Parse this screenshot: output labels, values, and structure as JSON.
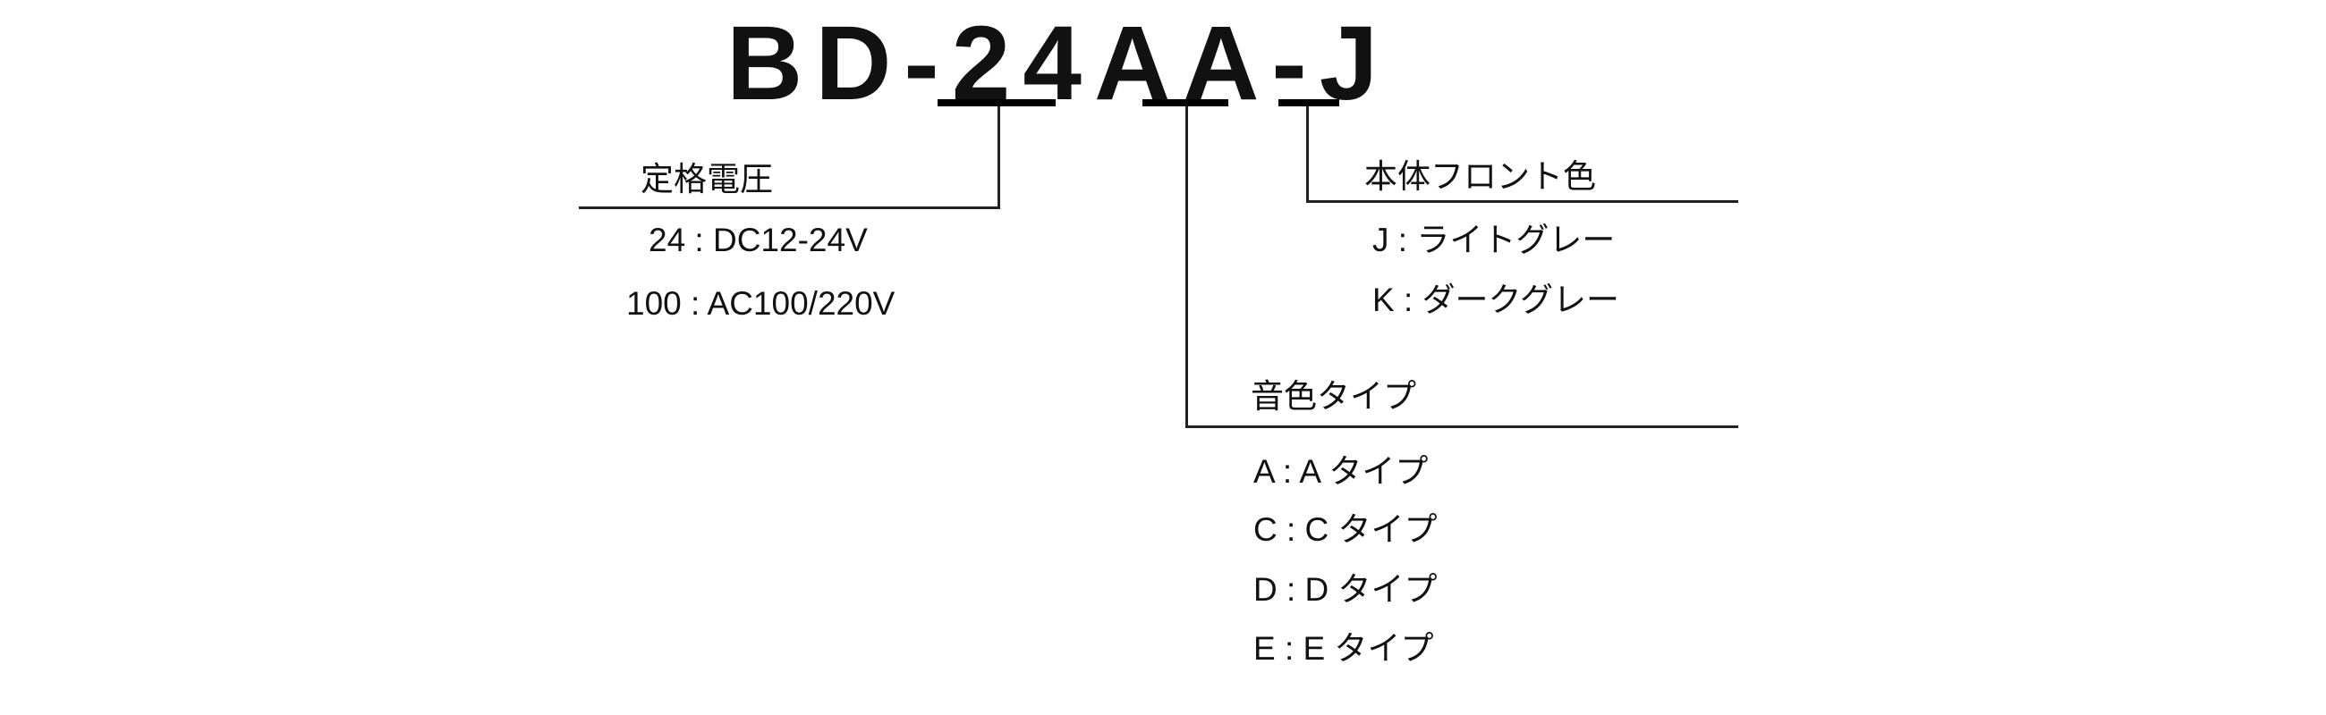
{
  "model_code": "BD-24AA-J",
  "voltage": {
    "heading": "定格電圧",
    "options": [
      "24 : DC12-24V",
      "100 : AC100/220V"
    ]
  },
  "body_color": {
    "heading": "本体フロント色",
    "options": [
      "J : ライトグレー",
      "K : ダークグレー"
    ]
  },
  "tone_type": {
    "heading": "音色タイプ",
    "options": [
      "A : A タイプ",
      "C : C タイプ",
      "D : D タイプ",
      "E : E タイプ"
    ]
  }
}
